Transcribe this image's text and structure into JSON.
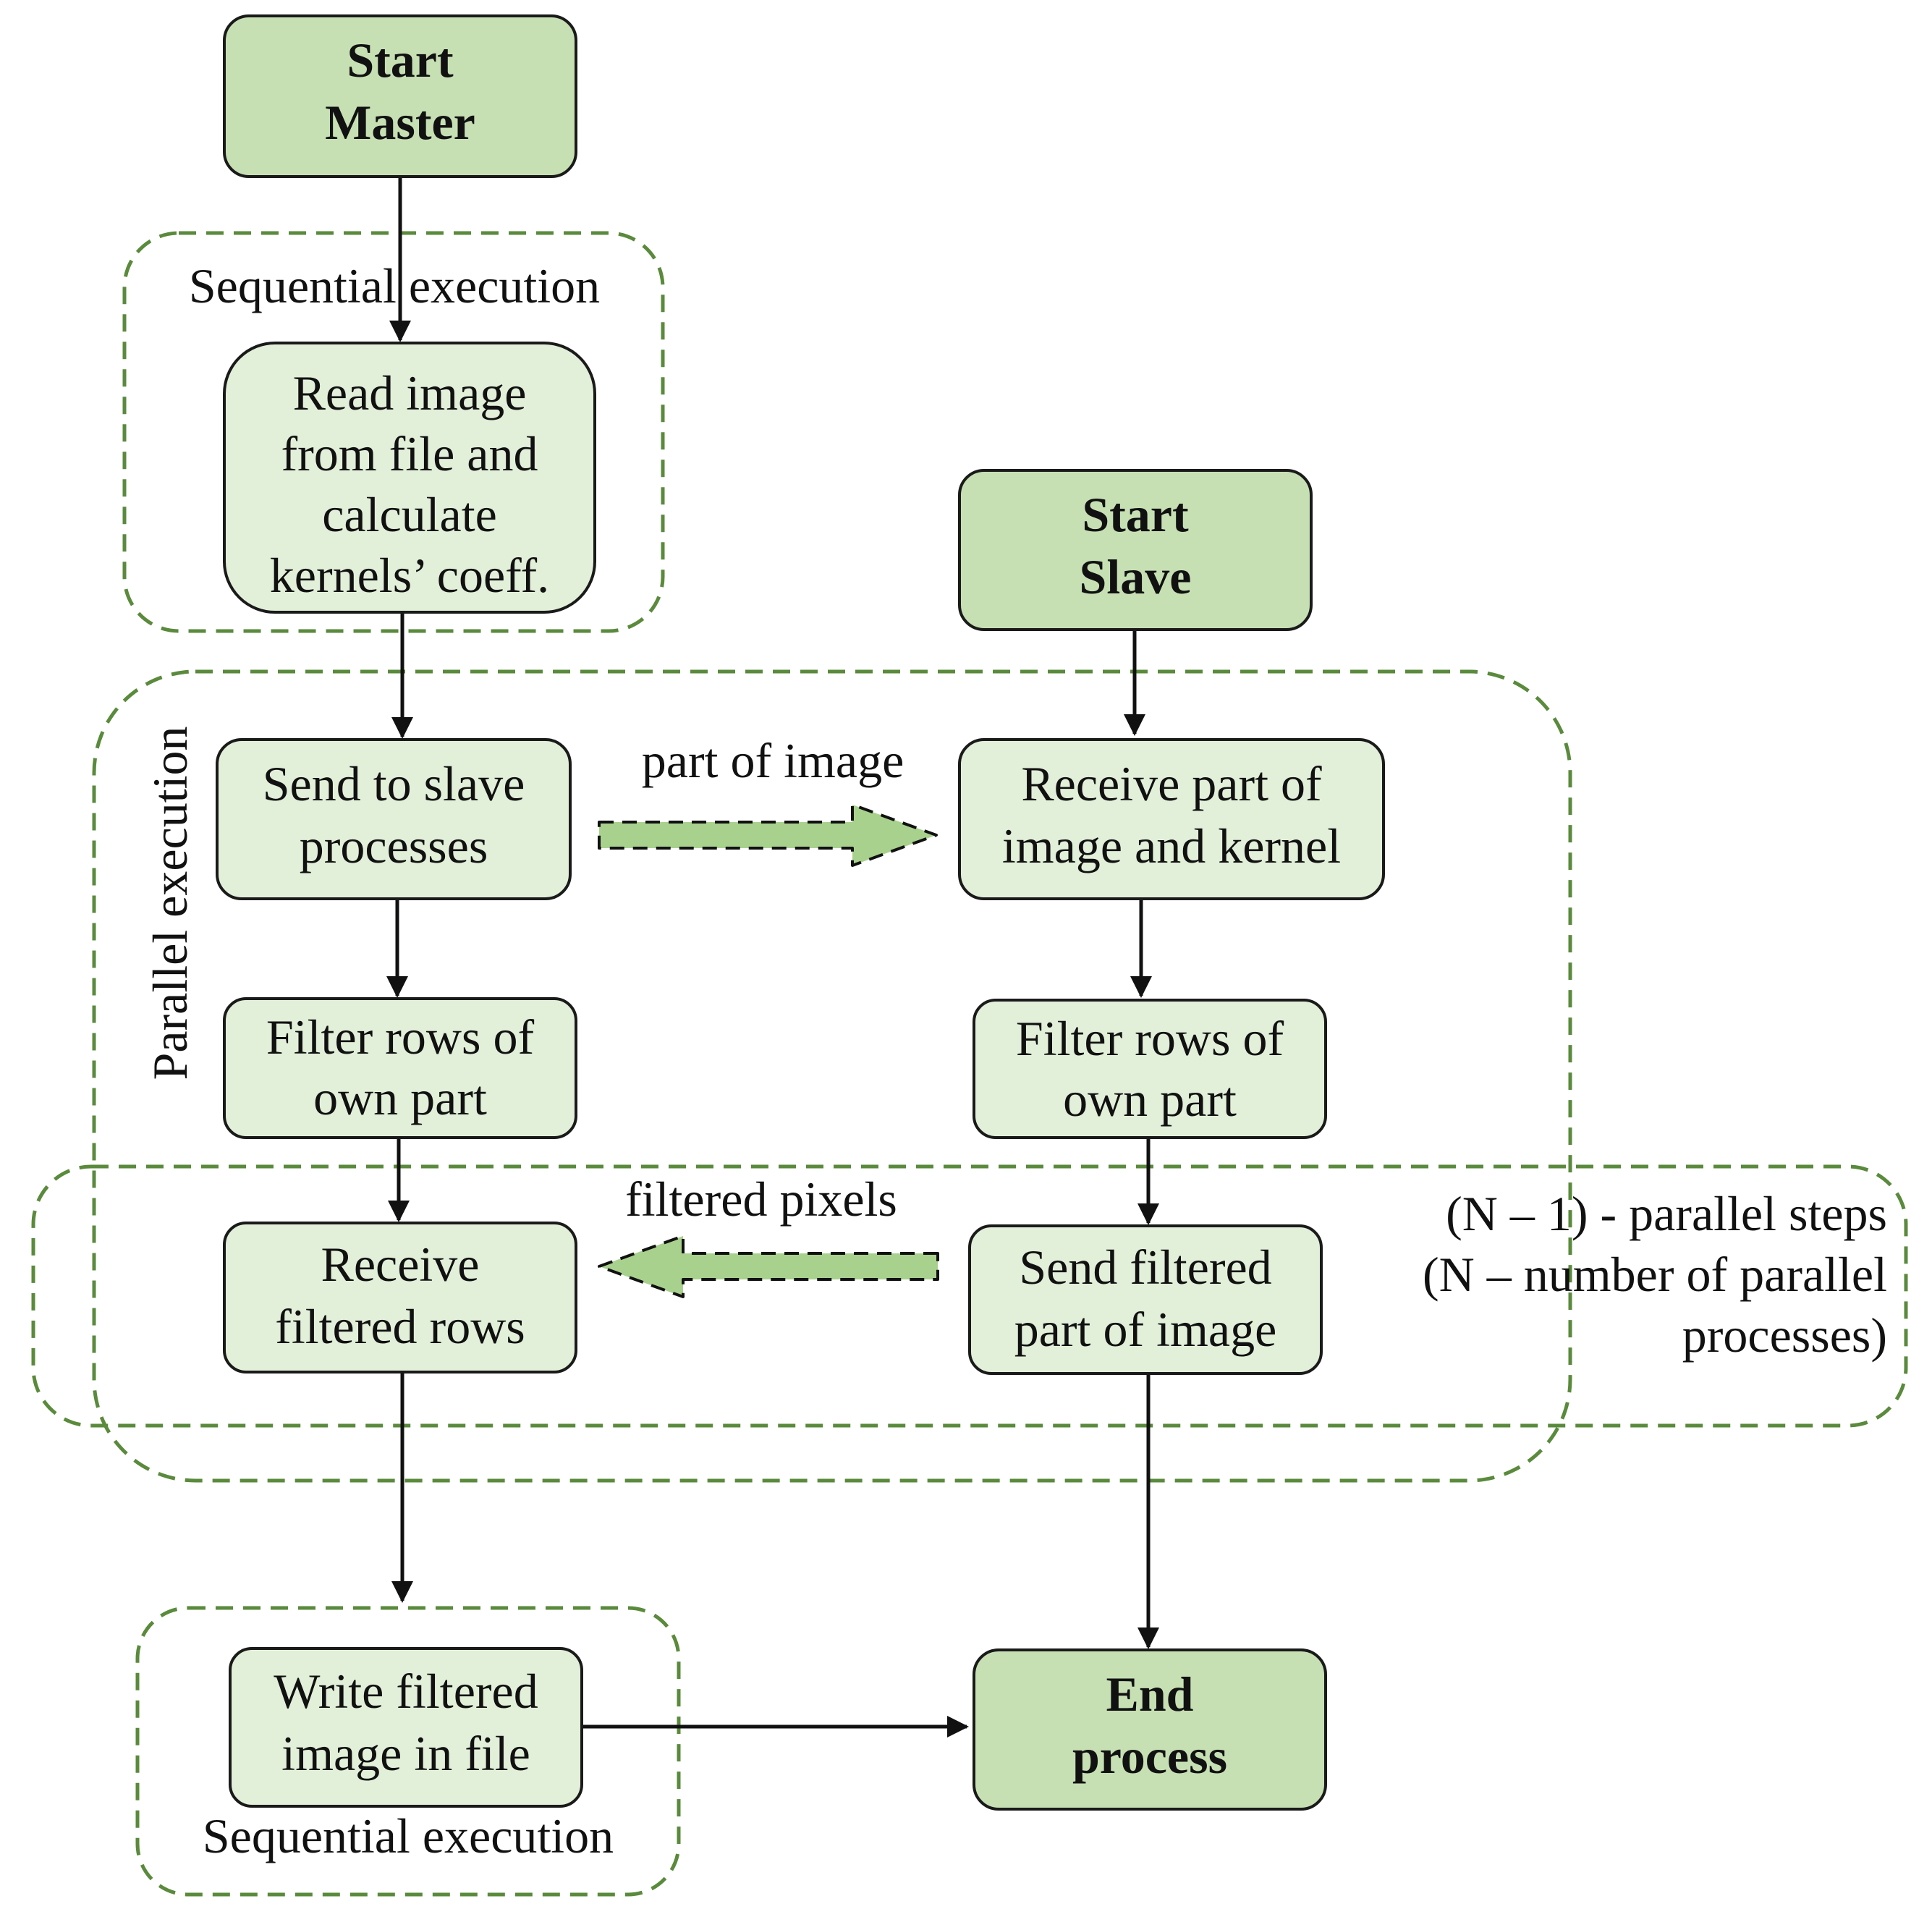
{
  "colors": {
    "terminal_fill": "#c6e0b4",
    "process_fill": "#e2efd9",
    "node_stroke": "#1a1a1a",
    "region_stroke": "#5a8a3c",
    "data_arrow_fill": "#a9d18e",
    "edge": "#111111"
  },
  "nodes": {
    "start_master": {
      "lines": [
        "Start",
        "Master"
      ],
      "kind": "terminal"
    },
    "read_image": {
      "lines": [
        "Read image",
        "from file and",
        "calculate",
        "kernels’ coeff."
      ],
      "kind": "process"
    },
    "start_slave": {
      "lines": [
        "Start",
        "Slave"
      ],
      "kind": "terminal"
    },
    "send_to_slave": {
      "lines": [
        "Send to slave",
        "processes"
      ],
      "kind": "process"
    },
    "receive_part": {
      "lines": [
        "Receive part of",
        "image and kernel"
      ],
      "kind": "process"
    },
    "filter_master": {
      "lines": [
        "Filter rows of",
        "own part"
      ],
      "kind": "process"
    },
    "filter_slave": {
      "lines": [
        "Filter rows of",
        "own part"
      ],
      "kind": "process"
    },
    "receive_filtered": {
      "lines": [
        "Receive",
        "filtered rows"
      ],
      "kind": "process"
    },
    "send_filtered": {
      "lines": [
        "Send filtered",
        "part of image"
      ],
      "kind": "process"
    },
    "write_filtered": {
      "lines": [
        "Write filtered",
        "image in file"
      ],
      "kind": "process"
    },
    "end_process": {
      "lines": [
        "End",
        "process"
      ],
      "kind": "terminal"
    }
  },
  "regions": {
    "sequential_top": "Sequential execution",
    "parallel": "Parallel execution",
    "parallel_steps": [
      "(N – 1) - parallel steps",
      "(N – number of parallel",
      "processes)"
    ],
    "sequential_bottom": "Sequential execution"
  },
  "data_arrows": {
    "to_slave": "part of image",
    "to_master": "filtered pixels"
  },
  "edges": [
    [
      "start_master",
      "read_image"
    ],
    [
      "read_image",
      "send_to_slave"
    ],
    [
      "send_to_slave",
      "filter_master"
    ],
    [
      "filter_master",
      "receive_filtered"
    ],
    [
      "receive_filtered",
      "write_filtered"
    ],
    [
      "write_filtered",
      "end_process"
    ],
    [
      "start_slave",
      "receive_part"
    ],
    [
      "receive_part",
      "filter_slave"
    ],
    [
      "filter_slave",
      "send_filtered"
    ],
    [
      "send_filtered",
      "end_process"
    ]
  ]
}
